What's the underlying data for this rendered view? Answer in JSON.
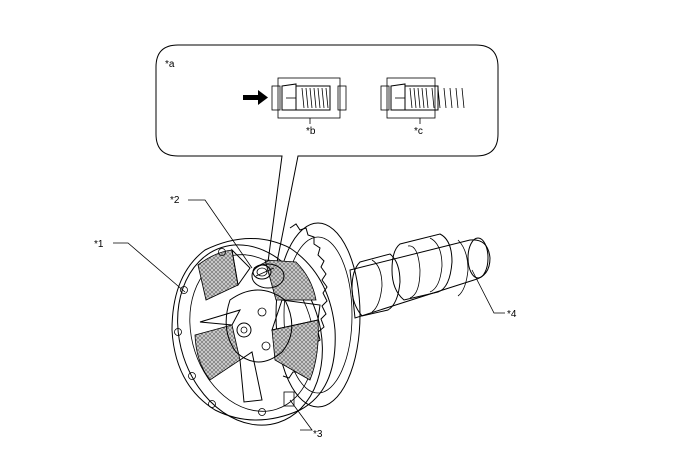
{
  "callout": {
    "label_a": "*a",
    "label_b": "*b",
    "label_c": "*c"
  },
  "parts": {
    "label_1": "*1",
    "label_2": "*2",
    "label_3": "*3",
    "label_4": "*4"
  }
}
